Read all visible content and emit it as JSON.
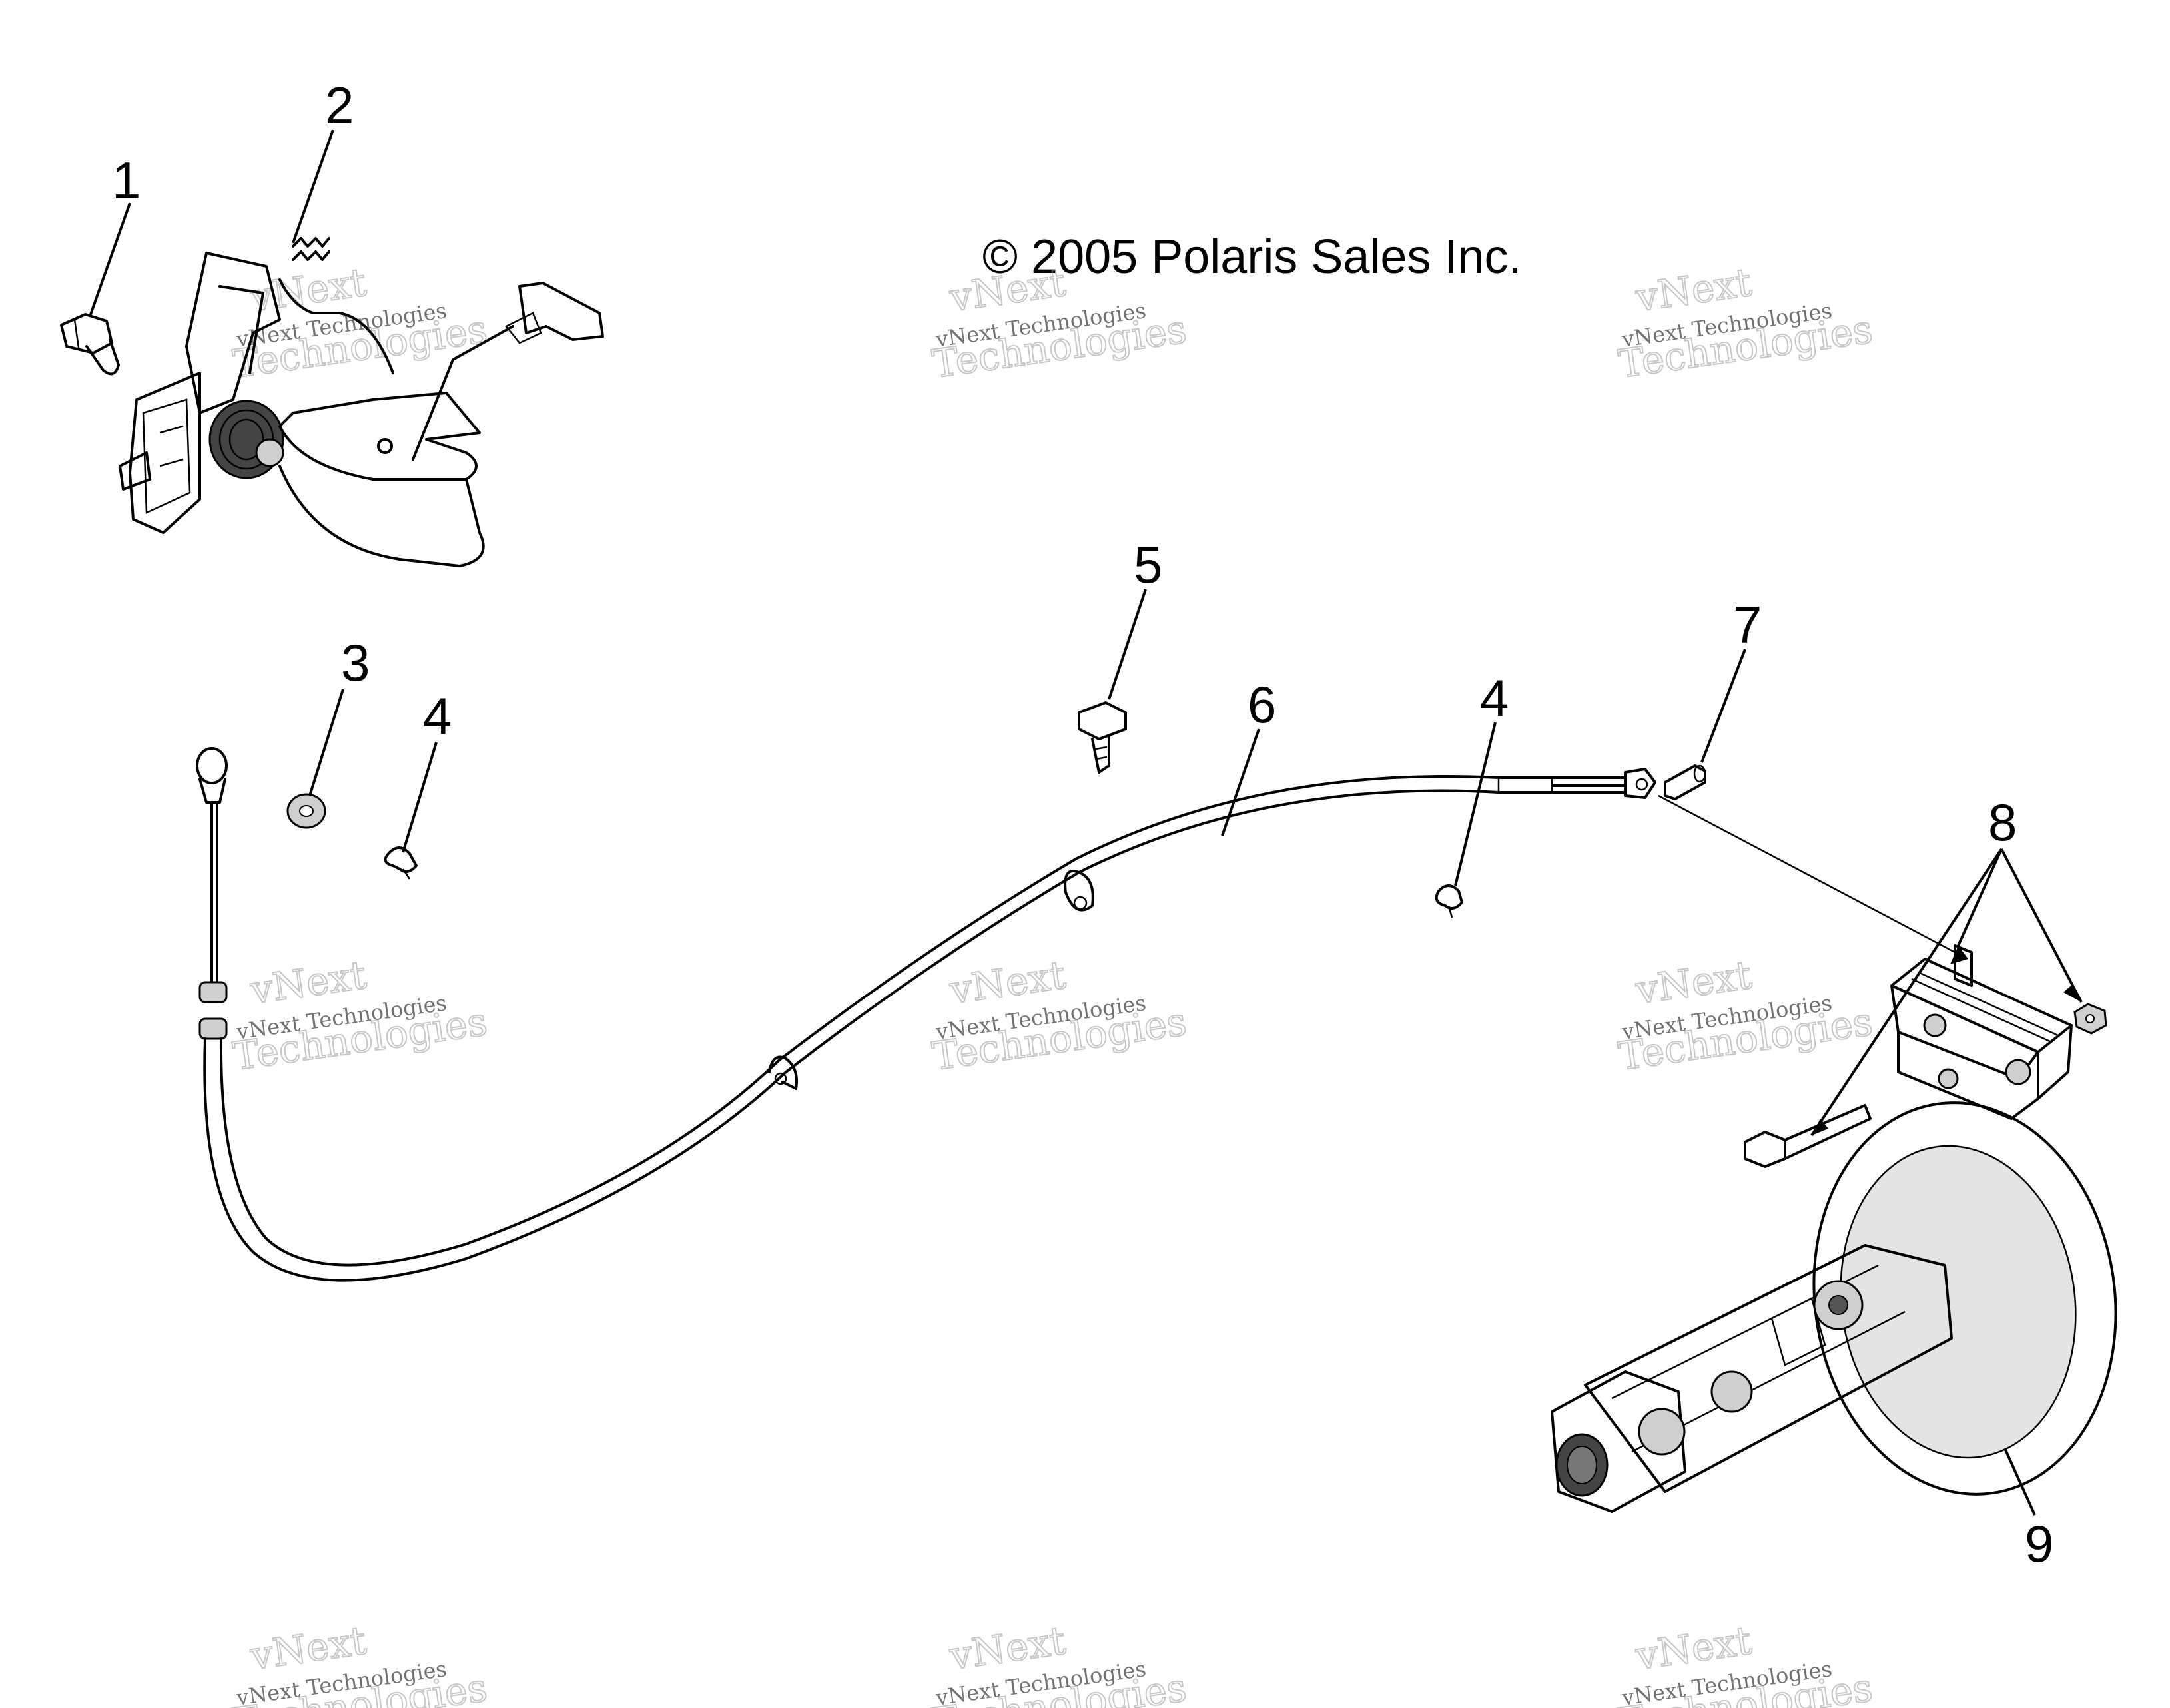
{
  "copyright": "© 2005 Polaris Sales Inc.",
  "watermark": {
    "line1": "vNext",
    "line2": "vNext Technologies",
    "line3": "Technologies"
  },
  "callouts": [
    {
      "id": "1",
      "label": "1"
    },
    {
      "id": "2",
      "label": "2"
    },
    {
      "id": "3",
      "label": "3"
    },
    {
      "id": "4a",
      "label": "4"
    },
    {
      "id": "5",
      "label": "5"
    },
    {
      "id": "6",
      "label": "6"
    },
    {
      "id": "4b",
      "label": "4"
    },
    {
      "id": "7",
      "label": "7"
    },
    {
      "id": "8",
      "label": "8"
    },
    {
      "id": "9",
      "label": "9"
    }
  ]
}
